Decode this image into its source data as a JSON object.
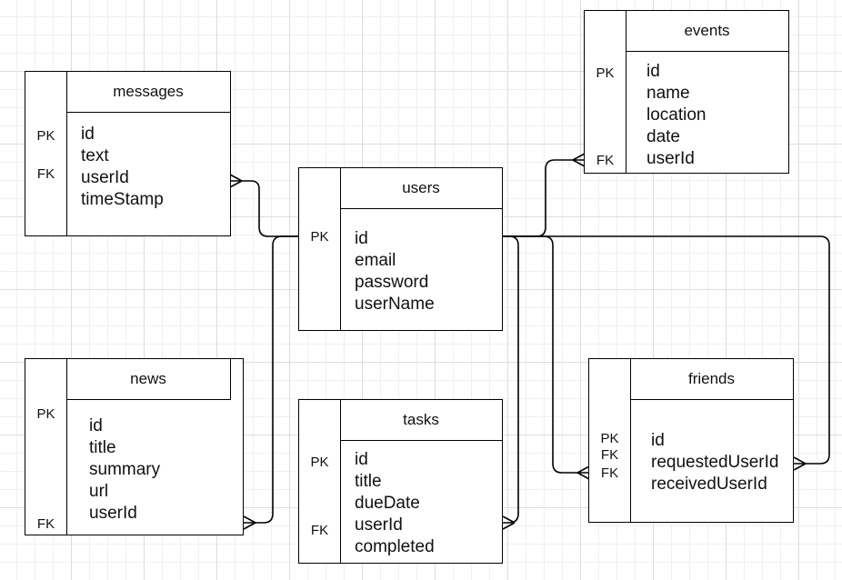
{
  "entities": {
    "messages": {
      "name": "messages",
      "keys": [
        "PK",
        "FK"
      ],
      "fields": [
        "id",
        "text",
        "userId",
        "timeStamp"
      ]
    },
    "users": {
      "name": "users",
      "keys": [
        "PK"
      ],
      "fields": [
        "id",
        "email",
        "password",
        "userName"
      ]
    },
    "events": {
      "name": "events",
      "keys": [
        "PK",
        "FK"
      ],
      "fields": [
        "id",
        "name",
        "location",
        "date",
        "userId"
      ]
    },
    "news": {
      "name": "news",
      "keys": [
        "PK",
        "FK"
      ],
      "fields": [
        "id",
        "title",
        "summary",
        "url",
        "userId"
      ]
    },
    "tasks": {
      "name": "tasks",
      "keys": [
        "PK",
        "FK"
      ],
      "fields": [
        "id",
        "title",
        "dueDate",
        "userId",
        "completed"
      ]
    },
    "friends": {
      "name": "friends",
      "keys": [
        "PK",
        "FK",
        "FK"
      ],
      "fields": [
        "id",
        "requestedUserId",
        "receivedUserId"
      ]
    }
  },
  "relationships": [
    {
      "from": "users",
      "to": "messages",
      "cardinality": "one-to-many"
    },
    {
      "from": "users",
      "to": "events",
      "cardinality": "one-to-many"
    },
    {
      "from": "users",
      "to": "news",
      "cardinality": "one-to-many"
    },
    {
      "from": "users",
      "to": "tasks",
      "cardinality": "one-to-many"
    },
    {
      "from": "users",
      "to": "friends",
      "cardinality": "one-to-many"
    },
    {
      "from": "users",
      "to": "friends",
      "cardinality": "one-to-many"
    }
  ]
}
